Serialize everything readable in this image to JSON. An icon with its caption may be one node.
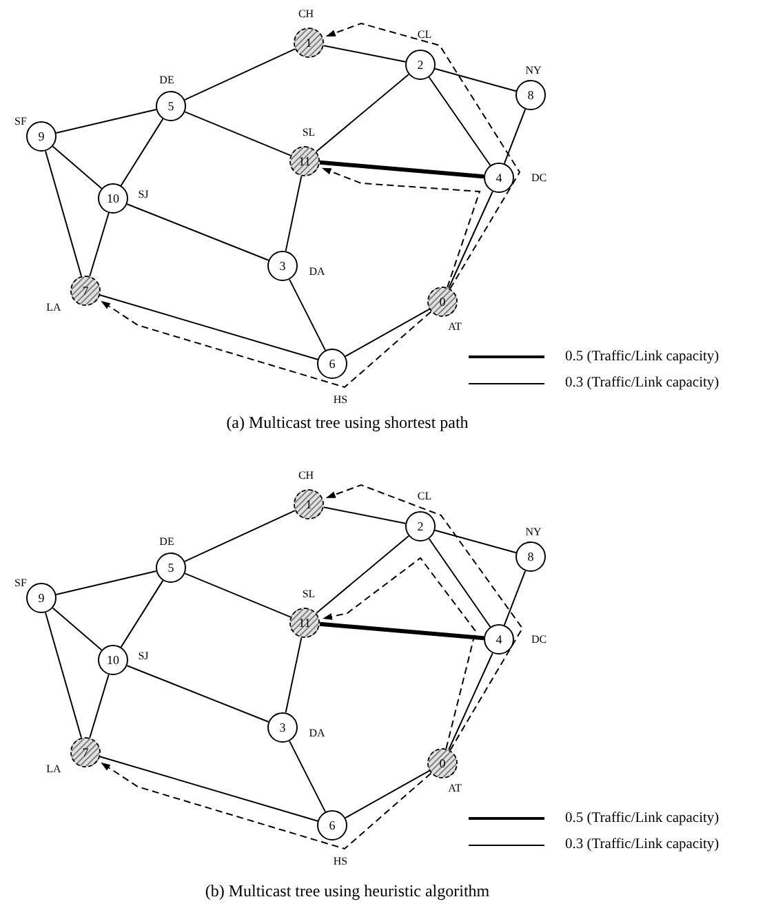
{
  "diagram": {
    "nodes": [
      {
        "text": [
          "0"
        ],
        "beside": [
          "AT"
        ]
      },
      {
        "text": [
          "1"
        ],
        "beside": [
          "CH"
        ]
      },
      {
        "text": [
          "2"
        ],
        "beside": [
          "CL"
        ]
      },
      {
        "text": [
          "3"
        ],
        "beside": [
          "DA"
        ]
      },
      {
        "text": [
          "4"
        ],
        "beside": [
          "DC"
        ]
      },
      {
        "text": [
          "5"
        ],
        "beside": [
          "DE"
        ]
      },
      {
        "text": [
          "6"
        ],
        "beside": [
          "HS"
        ]
      },
      {
        "text": [
          "7"
        ],
        "beside": [
          "LA"
        ]
      },
      {
        "text": [
          "8"
        ],
        "beside": [
          "NY"
        ]
      },
      {
        "text": [
          "9"
        ],
        "beside": [
          "SF"
        ]
      },
      {
        "text": [
          "10"
        ],
        "beside": [
          "SJ"
        ]
      },
      {
        "text": [
          "11"
        ],
        "beside": [
          "SL"
        ]
      },
      {
        "text": [
          "0"
        ],
        "beside": [
          "AT"
        ]
      },
      {
        "text": [
          "1"
        ],
        "beside": [
          "CH"
        ]
      },
      {
        "text": [
          "2"
        ],
        "beside": [
          "CL"
        ]
      },
      {
        "text": [
          "3"
        ],
        "beside": [
          "DA"
        ]
      },
      {
        "text": [
          "4"
        ],
        "beside": [
          "DC"
        ]
      },
      {
        "text": [
          "5"
        ],
        "beside": [
          "DE"
        ]
      },
      {
        "text": [
          "6"
        ],
        "beside": [
          "HS"
        ]
      },
      {
        "text": [
          "7"
        ],
        "beside": [
          "LA"
        ]
      },
      {
        "text": [
          "8"
        ],
        "beside": [
          "NY"
        ]
      },
      {
        "text": [
          "9"
        ],
        "beside": [
          "SF"
        ]
      },
      {
        "text": [
          "10"
        ],
        "beside": [
          "SJ"
        ]
      },
      {
        "text": [
          "11"
        ],
        "beside": [
          "SL"
        ]
      }
    ],
    "edges": [
      {
        "from": 1,
        "to": 2,
        "arrow": "none"
      },
      {
        "from": 1,
        "to": 5,
        "arrow": "none"
      },
      {
        "from": 5,
        "to": 9,
        "arrow": "none"
      },
      {
        "from": 5,
        "to": 10,
        "arrow": "none"
      },
      {
        "from": 5,
        "to": 11,
        "arrow": "none"
      },
      {
        "from": 2,
        "to": 11,
        "arrow": "none"
      },
      {
        "from": 2,
        "to": 8,
        "arrow": "none"
      },
      {
        "from": 2,
        "to": 4,
        "arrow": "none"
      },
      {
        "from": 8,
        "to": 4,
        "arrow": "none"
      },
      {
        "from": 11,
        "to": 4,
        "arrow": "none",
        "style": "thick"
      },
      {
        "from": 11,
        "to": 3,
        "arrow": "none"
      },
      {
        "from": 9,
        "to": 10,
        "arrow": "none"
      },
      {
        "from": 9,
        "to": 7,
        "arrow": "none"
      },
      {
        "from": 10,
        "to": 7,
        "arrow": "none"
      },
      {
        "from": 10,
        "to": 3,
        "arrow": "none"
      },
      {
        "from": 3,
        "to": 6,
        "arrow": "none"
      },
      {
        "from": 7,
        "to": 6,
        "arrow": "none"
      },
      {
        "from": 6,
        "to": 0,
        "arrow": "none"
      },
      {
        "from": 0,
        "to": 4,
        "arrow": "none"
      },
      {
        "from": 0,
        "to": 1,
        "arrow": "to",
        "style": "dashed"
      },
      {
        "from": 0,
        "to": 11,
        "arrow": "to",
        "style": "dashed"
      },
      {
        "from": 0,
        "to": 7,
        "arrow": "to",
        "style": "dashed"
      },
      {
        "from": 13,
        "to": 14,
        "arrow": "none"
      },
      {
        "from": 13,
        "to": 17,
        "arrow": "none"
      },
      {
        "from": 17,
        "to": 21,
        "arrow": "none"
      },
      {
        "from": 17,
        "to": 22,
        "arrow": "none"
      },
      {
        "from": 17,
        "to": 23,
        "arrow": "none"
      },
      {
        "from": 14,
        "to": 23,
        "arrow": "none"
      },
      {
        "from": 14,
        "to": 20,
        "arrow": "none"
      },
      {
        "from": 14,
        "to": 16,
        "arrow": "none"
      },
      {
        "from": 20,
        "to": 16,
        "arrow": "none"
      },
      {
        "from": 23,
        "to": 16,
        "arrow": "none",
        "style": "thick"
      },
      {
        "from": 23,
        "to": 15,
        "arrow": "none"
      },
      {
        "from": 21,
        "to": 22,
        "arrow": "none"
      },
      {
        "from": 21,
        "to": 19,
        "arrow": "none"
      },
      {
        "from": 22,
        "to": 19,
        "arrow": "none"
      },
      {
        "from": 22,
        "to": 15,
        "arrow": "none"
      },
      {
        "from": 15,
        "to": 18,
        "arrow": "none"
      },
      {
        "from": 19,
        "to": 18,
        "arrow": "none"
      },
      {
        "from": 18,
        "to": 12,
        "arrow": "none"
      },
      {
        "from": 12,
        "to": 16,
        "arrow": "none"
      },
      {
        "from": 12,
        "to": 13,
        "arrow": "to",
        "style": "dashed"
      },
      {
        "from": 12,
        "to": 23,
        "arrow": "to",
        "style": "dashed"
      },
      {
        "from": 12,
        "to": 19,
        "arrow": "to",
        "style": "dashed"
      }
    ],
    "labels": [
      "(a) Multicast tree using shortest path",
      "(b) Multicast tree using heuristic algorithm"
    ],
    "legend": [
      {
        "text": "0.5 (Traffic/Link capacity)"
      },
      {
        "text": "0.3 (Traffic/Link capacity)"
      },
      {
        "text": "0.5 (Traffic/Link capacity)"
      },
      {
        "text": "0.3 (Traffic/Link capacity)"
      }
    ]
  }
}
